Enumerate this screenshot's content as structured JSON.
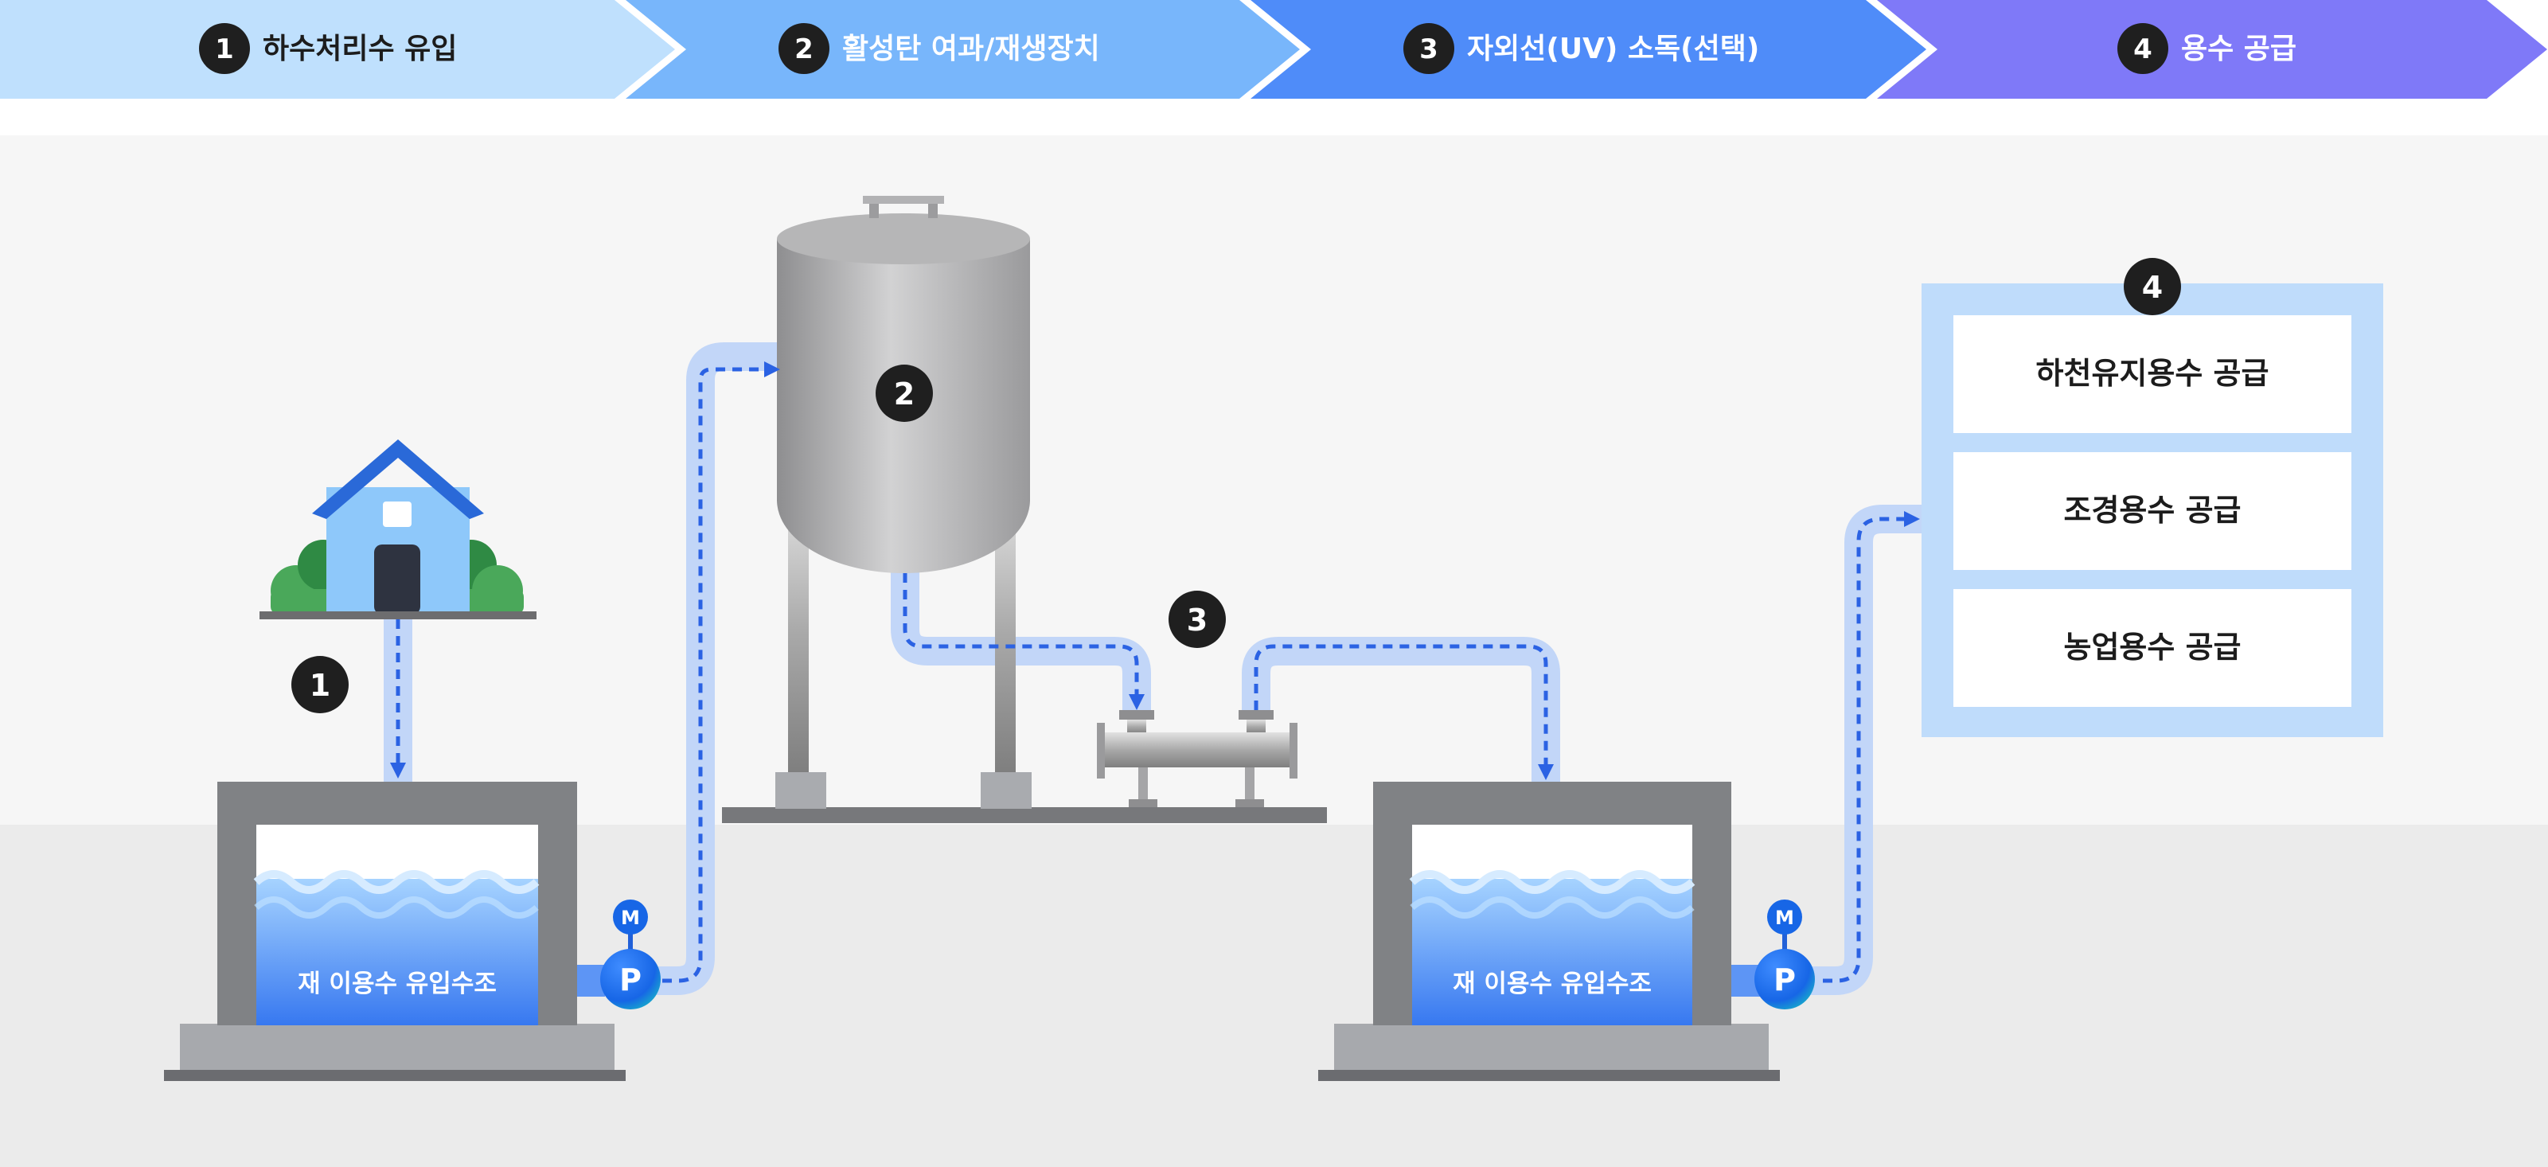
{
  "process_steps": [
    {
      "number": "1",
      "label": "하수처리수 유입"
    },
    {
      "number": "2",
      "label": "활성탄 여과/재생장치"
    },
    {
      "number": "3",
      "label": "자외선(UV) 소독(선택)"
    },
    {
      "number": "4",
      "label": "용수 공급"
    }
  ],
  "diagram_badges": {
    "inflow": "1",
    "filter": "2",
    "uv": "3",
    "supply": "4"
  },
  "tanks": {
    "left": {
      "label": "재 이용수 유입수조"
    },
    "right": {
      "label": "재 이용수 유입수조"
    }
  },
  "pumps": {
    "pump_letter": "P",
    "motor_letter": "M"
  },
  "supply_targets": [
    "하천유지용수 공급",
    "조경용수 공급",
    "농업용수 공급"
  ],
  "colors": {
    "step1": "#bfe0fd",
    "step2": "#78b6fb",
    "step3": "#4f8cf9",
    "step4": "#7f79f8",
    "pipe": "#c2d6f8",
    "flow": "#2b62e3",
    "water_top": "#94c8ff",
    "water_bottom": "#3b7ef2",
    "ground": "#ebebeb",
    "sky": "#f6f6f6",
    "concrete": "#808285",
    "badge": "#1f1f1f"
  }
}
